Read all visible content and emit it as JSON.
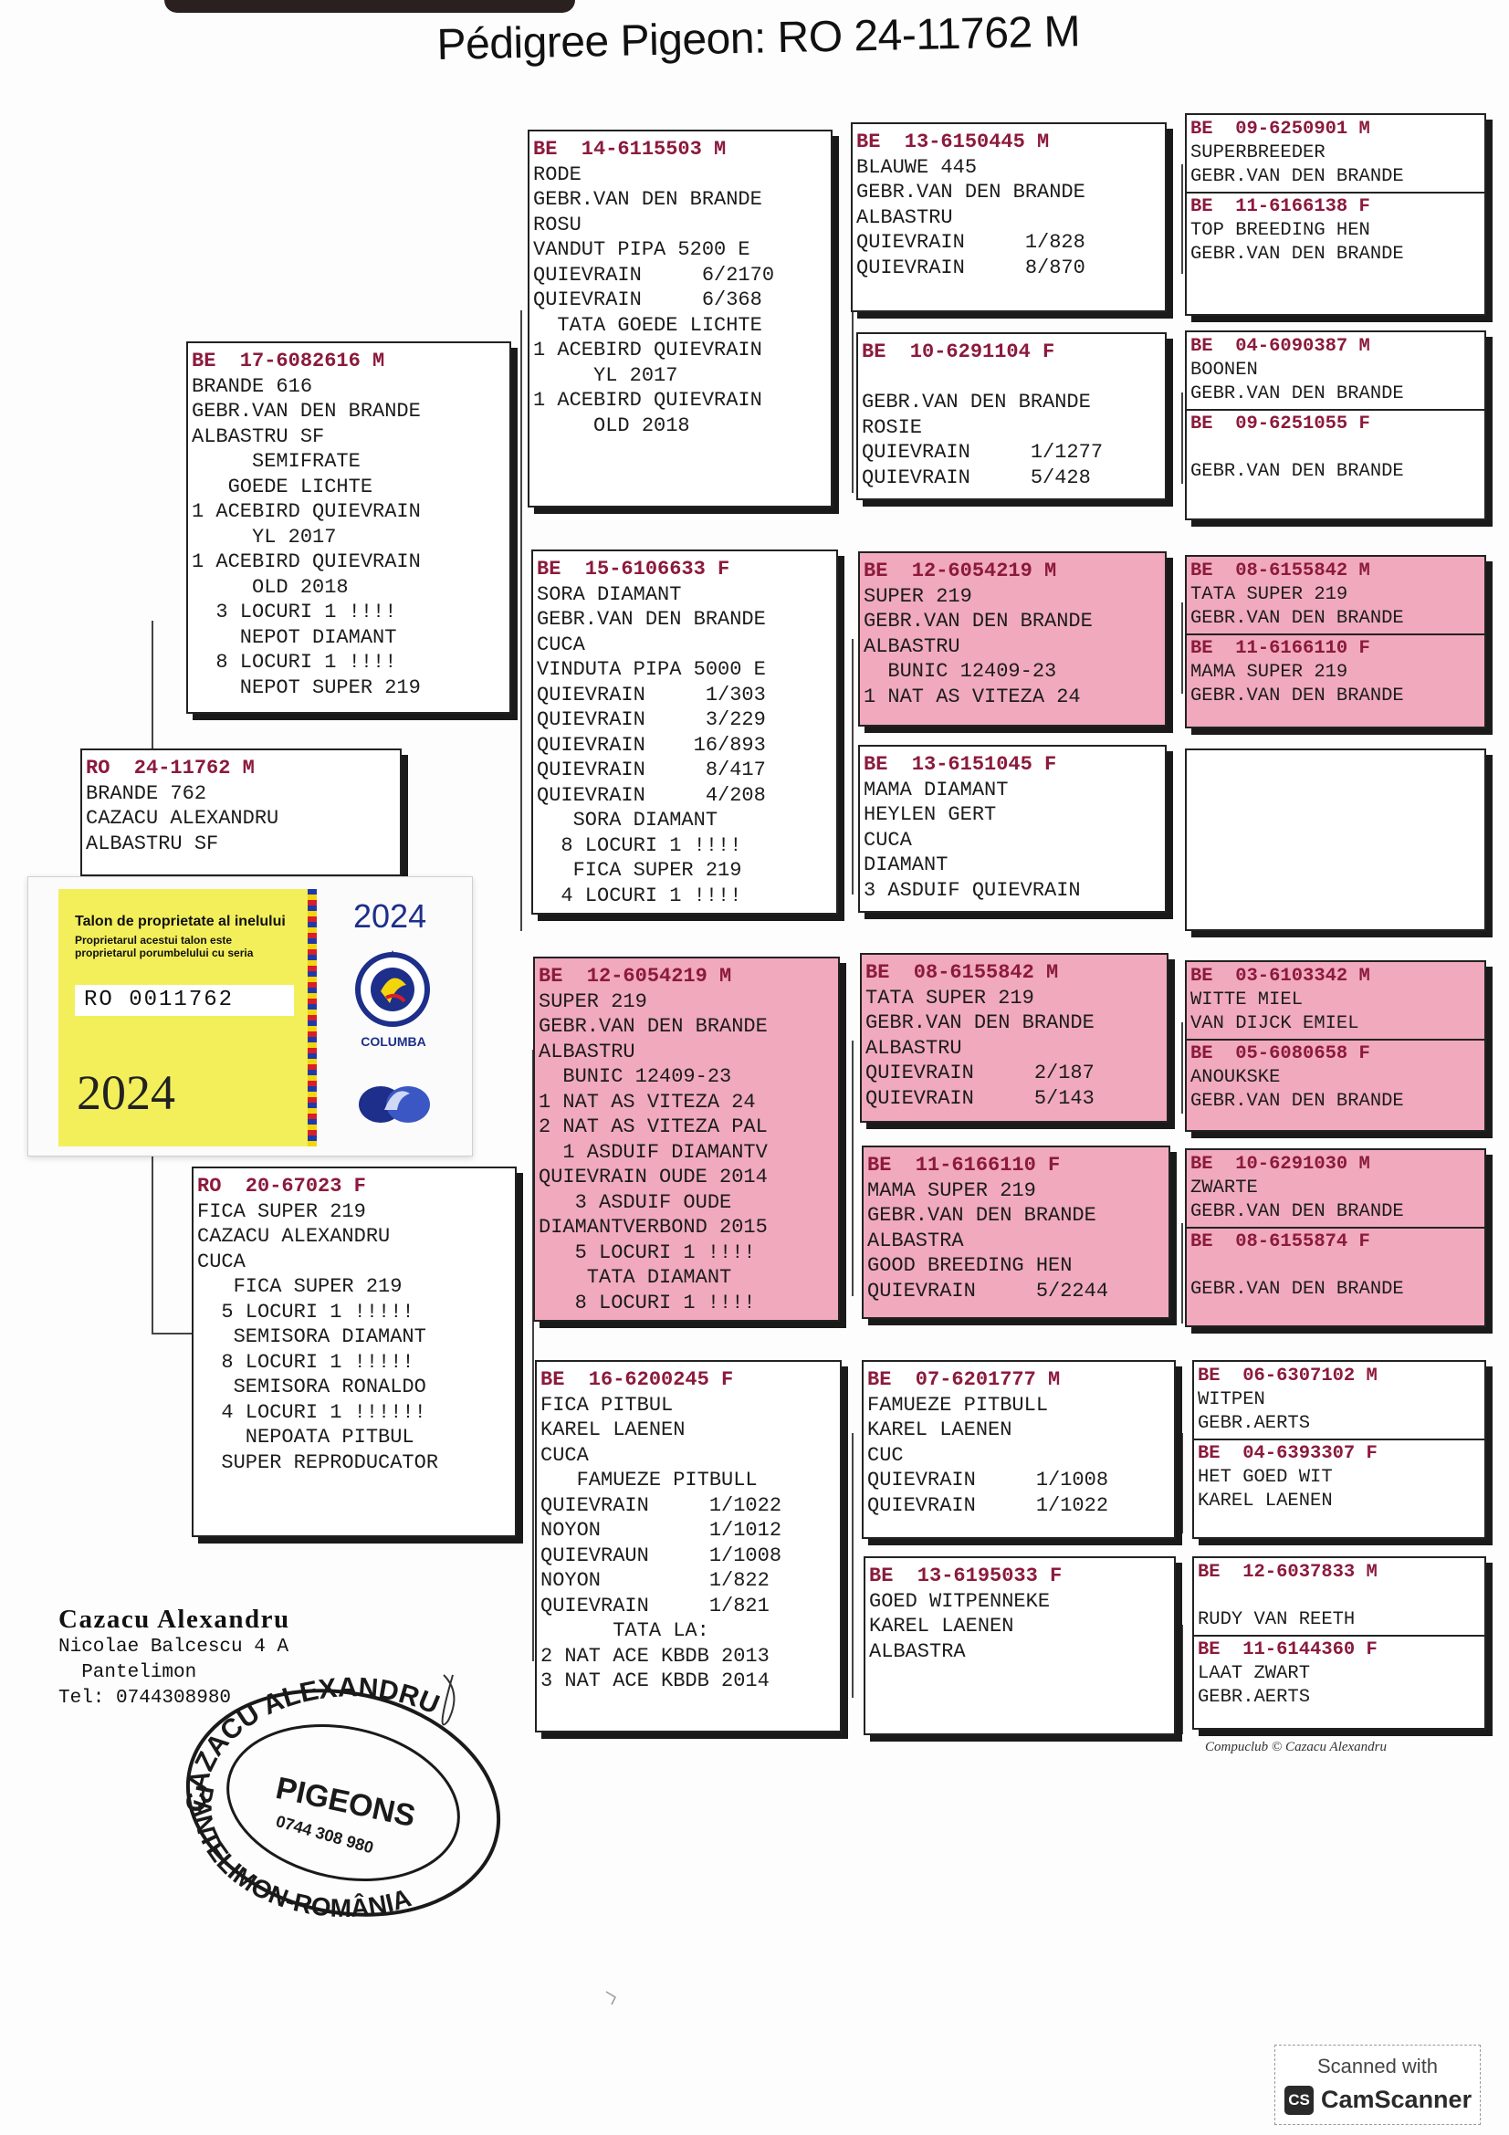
{
  "title": "Pédigree Pigeon: RO  24-11762 M",
  "boxes": [
    {
      "id": "b1",
      "pink": false,
      "sections": [
        {
          "header": "BE  14-6115503 M",
          "lines": [
            "RODE",
            "GEBR.VAN DEN BRANDE",
            "ROSU",
            "VANDUT PIPA 5200 E",
            "QUIEVRAIN     6/2170",
            "QUIEVRAIN     6/368",
            "  TATA GOEDE LICHTE",
            "1 ACEBIRD QUIEVRAIN",
            "     YL 2017",
            "1 ACEBIRD QUIEVRAIN",
            "     OLD 2018"
          ]
        }
      ]
    },
    {
      "id": "b2",
      "pink": false,
      "sections": [
        {
          "header": "BE  13-6150445 M",
          "lines": [
            "BLAUWE 445",
            "GEBR.VAN DEN BRANDE",
            "ALBASTRU",
            "QUIEVRAIN     1/828",
            "QUIEVRAIN     8/870"
          ]
        }
      ]
    },
    {
      "id": "b3",
      "pink": false,
      "small": true,
      "sections": [
        {
          "header": "BE  09-6250901 M",
          "lines": [
            "SUPERBREEDER",
            "GEBR.VAN DEN BRANDE"
          ]
        },
        {
          "header": "BE  11-6166138 F",
          "lines": [
            "TOP BREEDING HEN",
            "GEBR.VAN DEN BRANDE"
          ]
        }
      ]
    },
    {
      "id": "b4",
      "pink": false,
      "sections": [
        {
          "header": "BE  10-6291104 F",
          "lines": [
            "",
            "GEBR.VAN DEN BRANDE",
            "ROSIE",
            "QUIEVRAIN     1/1277",
            "QUIEVRAIN     5/428"
          ]
        }
      ]
    },
    {
      "id": "b5",
      "pink": false,
      "small": true,
      "sections": [
        {
          "header": "BE  04-6090387 M",
          "lines": [
            "BOONEN",
            "GEBR.VAN DEN BRANDE"
          ]
        },
        {
          "header": "BE  09-6251055 F",
          "lines": [
            "",
            "GEBR.VAN DEN BRANDE"
          ]
        }
      ]
    },
    {
      "id": "b6",
      "pink": false,
      "sections": [
        {
          "header": "BE  17-6082616 M",
          "lines": [
            "BRANDE 616",
            "GEBR.VAN DEN BRANDE",
            "ALBASTRU SF",
            "     SEMIFRATE",
            "   GOEDE LICHTE",
            "1 ACEBIRD QUIEVRAIN",
            "     YL 2017",
            "1 ACEBIRD QUIEVRAIN",
            "     OLD 2018",
            "  3 LOCURI 1 !!!!",
            "    NEPOT DIAMANT",
            "  8 LOCURI 1 !!!!",
            "    NEPOT SUPER 219"
          ]
        }
      ]
    },
    {
      "id": "b7",
      "pink": false,
      "sections": [
        {
          "header": "BE  15-6106633 F",
          "lines": [
            "SORA DIAMANT",
            "GEBR.VAN DEN BRANDE",
            "CUCA",
            "VINDUTA PIPA 5000 E",
            "QUIEVRAIN     1/303",
            "QUIEVRAIN     3/229",
            "QUIEVRAIN    16/893",
            "QUIEVRAIN     8/417",
            "QUIEVRAIN     4/208",
            "   SORA DIAMANT",
            "  8 LOCURI 1 !!!!",
            "   FICA SUPER 219",
            "  4 LOCURI 1 !!!!"
          ]
        }
      ]
    },
    {
      "id": "b8",
      "pink": true,
      "sections": [
        {
          "header": "BE  12-6054219 M",
          "lines": [
            "SUPER 219",
            "GEBR.VAN DEN BRANDE",
            "ALBASTRU",
            "  BUNIC 12409-23",
            "1 NAT AS VITEZA 24"
          ]
        }
      ]
    },
    {
      "id": "b9",
      "pink": true,
      "small": true,
      "sections": [
        {
          "header": "BE  08-6155842 M",
          "lines": [
            "TATA SUPER 219",
            "GEBR.VAN DEN BRANDE"
          ]
        },
        {
          "header": "BE  11-6166110 F",
          "lines": [
            "MAMA SUPER 219",
            "GEBR.VAN DEN BRANDE"
          ]
        }
      ]
    },
    {
      "id": "b10",
      "pink": false,
      "sections": [
        {
          "header": "BE  13-6151045 F",
          "lines": [
            "MAMA DIAMANT",
            "HEYLEN GERT",
            "CUCA",
            "DIAMANT",
            "3 ASDUIF QUIEVRAIN"
          ]
        }
      ]
    },
    {
      "id": "b11",
      "pink": false,
      "sections": [
        {
          "header": "",
          "lines": []
        }
      ]
    },
    {
      "id": "b12",
      "pink": false,
      "sections": [
        {
          "header": "RO  24-11762 M",
          "lines": [
            "BRANDE 762",
            "CAZACU ALEXANDRU",
            "ALBASTRU SF"
          ]
        }
      ]
    },
    {
      "id": "b13",
      "pink": true,
      "sections": [
        {
          "header": "BE  12-6054219 M",
          "lines": [
            "SUPER 219",
            "GEBR.VAN DEN BRANDE",
            "ALBASTRU",
            "  BUNIC 12409-23",
            "1 NAT AS VITEZA 24",
            "2 NAT AS VITEZA PAL",
            "  1 ASDUIF DIAMANTV",
            "QUIEVRAIN OUDE 2014",
            "   3 ASDUIF OUDE",
            "DIAMANTVERBOND 2015",
            "   5 LOCURI 1 !!!!",
            "    TATA DIAMANT",
            "   8 LOCURI 1 !!!!"
          ]
        }
      ]
    },
    {
      "id": "b14",
      "pink": true,
      "sections": [
        {
          "header": "BE  08-6155842 M",
          "lines": [
            "TATA SUPER 219",
            "GEBR.VAN DEN BRANDE",
            "ALBASTRU",
            "QUIEVRAIN     2/187",
            "QUIEVRAIN     5/143"
          ]
        }
      ]
    },
    {
      "id": "b15",
      "pink": true,
      "small": true,
      "sections": [
        {
          "header": "BE  03-6103342 M",
          "lines": [
            "WITTE MIEL",
            "VAN DIJCK EMIEL"
          ]
        },
        {
          "header": "BE  05-6080658 F",
          "lines": [
            "ANOUKSKE",
            "GEBR.VAN DEN BRANDE"
          ]
        }
      ]
    },
    {
      "id": "b16",
      "pink": true,
      "sections": [
        {
          "header": "BE  11-6166110 F",
          "lines": [
            "MAMA SUPER 219",
            "GEBR.VAN DEN BRANDE",
            "ALBASTRA",
            "GOOD BREEDING HEN",
            "QUIEVRAIN     5/2244"
          ]
        }
      ]
    },
    {
      "id": "b17",
      "pink": true,
      "small": true,
      "sections": [
        {
          "header": "BE  10-6291030 M",
          "lines": [
            "ZWARTE",
            "GEBR.VAN DEN BRANDE"
          ]
        },
        {
          "header": "BE  08-6155874 F",
          "lines": [
            "",
            "GEBR.VAN DEN BRANDE"
          ]
        }
      ]
    },
    {
      "id": "b18",
      "pink": false,
      "sections": [
        {
          "header": "RO  20-67023 F",
          "lines": [
            "FICA SUPER 219",
            "CAZACU ALEXANDRU",
            "CUCA",
            "   FICA SUPER 219",
            "  5 LOCURI 1 !!!!!",
            "   SEMISORA DIAMANT",
            "  8 LOCURI 1 !!!!!",
            "   SEMISORA RONALDO",
            "  4 LOCURI 1 !!!!!!",
            "    NEPOATA PITBUL",
            "  SUPER REPRODUCATOR"
          ]
        }
      ]
    },
    {
      "id": "b19",
      "pink": false,
      "sections": [
        {
          "header": "BE  16-6200245 F",
          "lines": [
            "FICA PITBUL",
            "KAREL LAENEN",
            "CUCA",
            "   FAMUEZE PITBULL",
            "QUIEVRAIN     1/1022",
            "NOYON         1/1012",
            "QUIEVRAUN     1/1008",
            "NOYON         1/822",
            "QUIEVRAIN     1/821",
            "      TATA LA:",
            "2 NAT ACE KBDB 2013",
            "3 NAT ACE KBDB 2014"
          ]
        }
      ]
    },
    {
      "id": "b20",
      "pink": false,
      "sections": [
        {
          "header": "BE  07-6201777 M",
          "lines": [
            "FAMUEZE PITBULL",
            "KAREL LAENEN",
            "CUC",
            "QUIEVRAIN     1/1008",
            "QUIEVRAIN     1/1022"
          ]
        }
      ]
    },
    {
      "id": "b21",
      "pink": false,
      "small": true,
      "sections": [
        {
          "header": "BE  06-6307102 M",
          "lines": [
            "WITPEN",
            "GEBR.AERTS"
          ]
        },
        {
          "header": "BE  04-6393307 F",
          "lines": [
            "HET GOED WIT",
            "KAREL LAENEN"
          ]
        }
      ]
    },
    {
      "id": "b22",
      "pink": false,
      "sections": [
        {
          "header": "BE  13-6195033 F",
          "lines": [
            "GOED WITPENNEKE",
            "KAREL LAENEN",
            "ALBASTRA"
          ]
        }
      ]
    },
    {
      "id": "b23",
      "pink": false,
      "small": true,
      "sections": [
        {
          "header": "BE  12-6037833 M",
          "lines": [
            "",
            "RUDY VAN REETH"
          ]
        },
        {
          "header": "BE  11-6144360 F",
          "lines": [
            "LAAT ZWART",
            "GEBR.AERTS"
          ]
        }
      ]
    }
  ],
  "ring_card": {
    "heading": "Talon de proprietate al inelului",
    "note": "Proprietarul acestui talon este proprietarul porumbelului cu seria",
    "serial": "RO 0011762",
    "year_left": "2024",
    "year_right": "2024",
    "org": "COLUMBA"
  },
  "owner": {
    "name": "Cazacu Alexandru",
    "address1": "Nicolae Balcescu 4 A",
    "address2": "  Pantelimon",
    "phone": "Tel: 0744308980"
  },
  "stamp": {
    "top": "CAZACU ALEXANDRU",
    "middle": "PIGEONS",
    "phone": "0744 308 980",
    "bottom": "PANTELIMON-ROMÂNIA"
  },
  "credit": "Compuclub © Cazacu Alexandru",
  "scanner": {
    "top": "Scanned with",
    "name": "CamScanner",
    "logo": "CS"
  },
  "colors": {
    "pink": "#f1a9bd",
    "header": "#8b1a3c",
    "card_yellow": "#f3ef5a",
    "columba_blue": "#1d2f8a"
  }
}
